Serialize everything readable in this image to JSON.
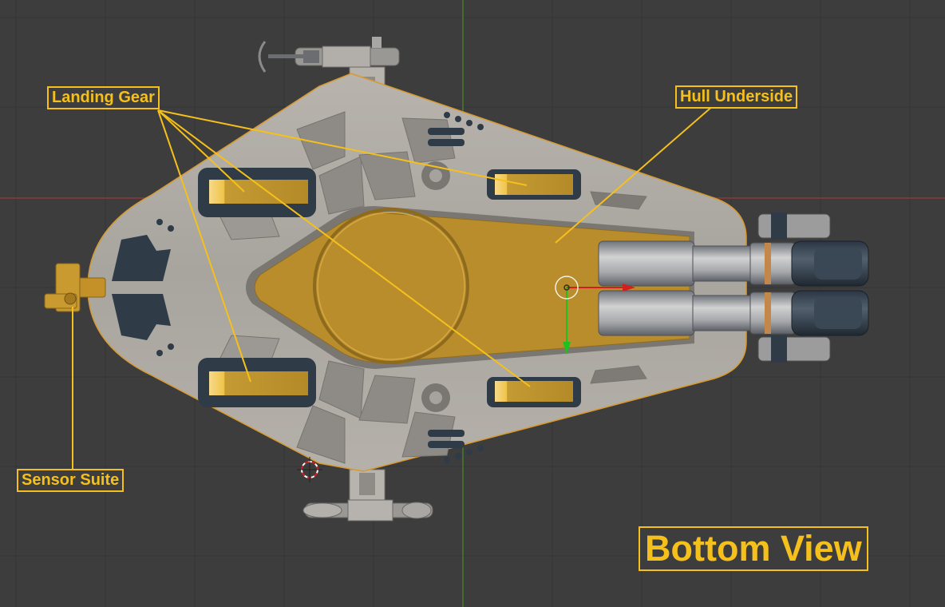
{
  "view_title": "Bottom View",
  "callouts": {
    "landing_gear": "Landing Gear",
    "hull_underside": "Hull Underside",
    "sensor_suite": "Sensor Suite"
  },
  "colors": {
    "viewport_bg": "#3d3d3d",
    "grid_line": "#353535",
    "x_axis": "#8a3a3a",
    "y_axis": "#4a7a32",
    "label_accent": "#f5c01b",
    "hull": "#a9a59f",
    "hull_center": "#b98d2c",
    "panel_dark": "#2f3b47"
  }
}
